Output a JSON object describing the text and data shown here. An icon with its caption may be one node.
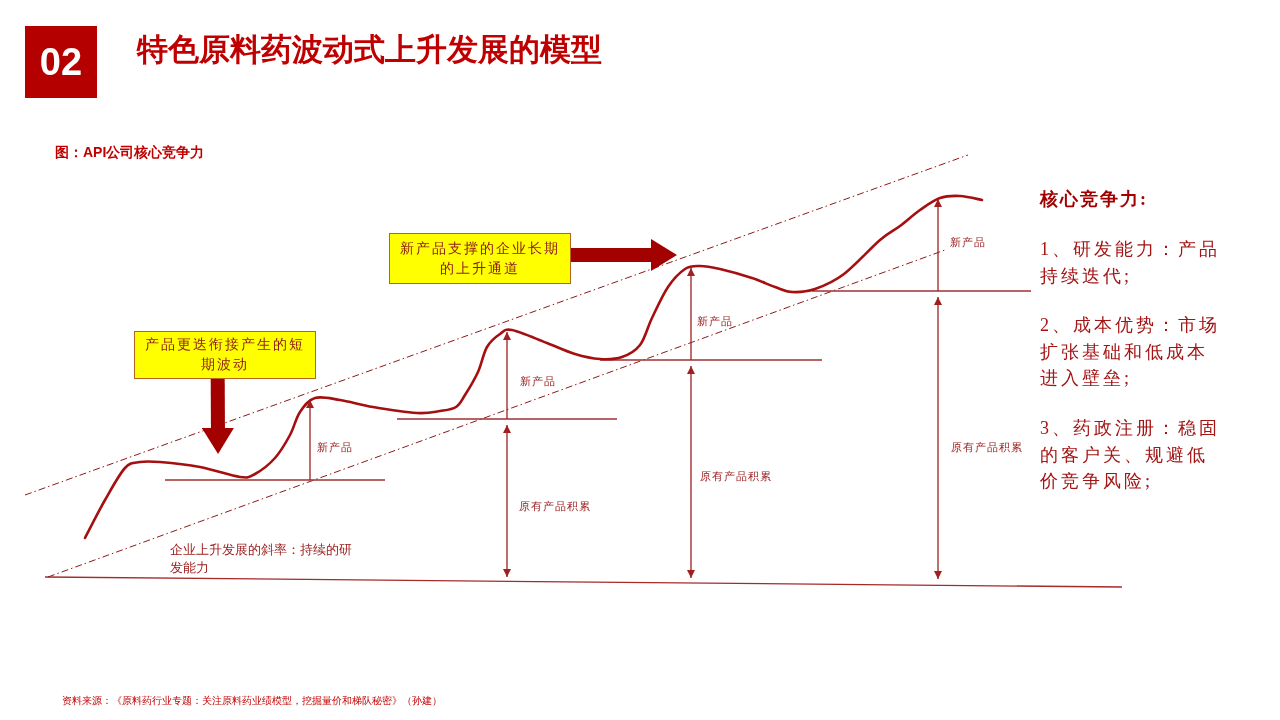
{
  "diagram": {
    "title": "特色原料药波动式上升发展的模型",
    "nodes": [
      {
        "text": [
          "新产品支撑的企业长期的上升通道"
        ]
      },
      {
        "text": [
          "产品更迭衔接产生的短期波动"
        ]
      }
    ],
    "edges": [
      {
        "from": 0,
        "to": null,
        "arrow": "to"
      },
      {
        "from": 1,
        "to": null,
        "arrow": "to"
      }
    ],
    "labels": [
      "02",
      "图：API公司核心竞争力",
      "新产品",
      "企业上升发展的斜率：持续的研发能力",
      "新产品",
      "原有产品积累",
      "新产品",
      "原有产品积累",
      "新产品",
      "原有产品积累",
      "核心竞争力:",
      "1、研发能力：产品持续迭代;",
      "2、成本优势：市场扩张基础和低成本进入壁垒;",
      "3、药政注册：稳固的客户关、规避低价竞争风险;",
      "资料来源：《原料药行业专题：关注原料药业绩模型，挖掘量价和梯队秘密》（孙建）"
    ]
  }
}
